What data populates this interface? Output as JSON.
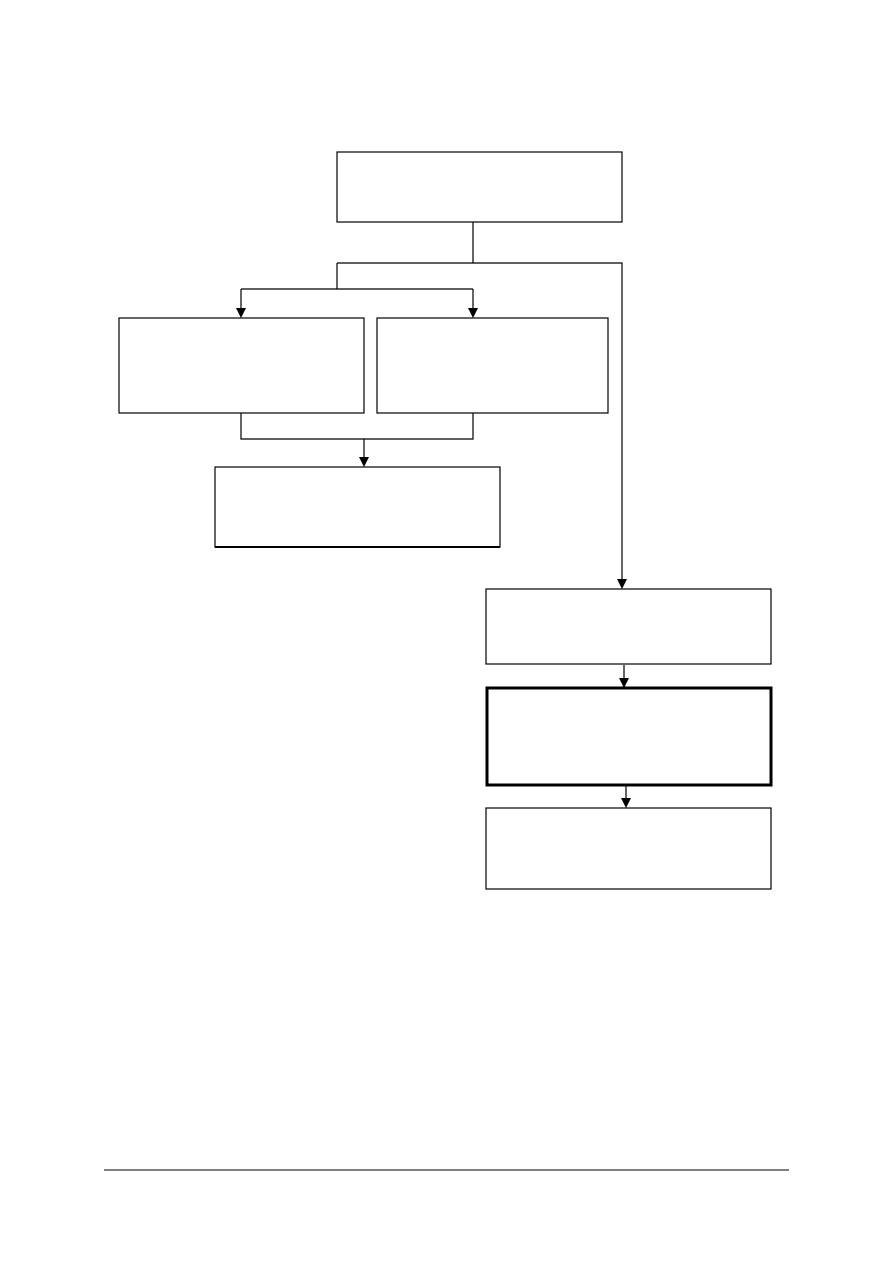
{
  "diagram": {
    "type": "flowchart",
    "nodes": [
      {
        "id": "top",
        "label": ""
      },
      {
        "id": "left-branch",
        "label": ""
      },
      {
        "id": "middle-branch",
        "label": ""
      },
      {
        "id": "merged-result",
        "label": ""
      },
      {
        "id": "right-step-1",
        "label": ""
      },
      {
        "id": "right-step-2",
        "label": "",
        "emphasis": "bold-border"
      },
      {
        "id": "right-step-3",
        "label": ""
      }
    ],
    "edges": [
      {
        "from": "top",
        "to": "left-branch"
      },
      {
        "from": "top",
        "to": "middle-branch"
      },
      {
        "from": "top",
        "to": "right-step-1"
      },
      {
        "from": "left-branch",
        "to": "merged-result"
      },
      {
        "from": "middle-branch",
        "to": "merged-result"
      },
      {
        "from": "right-step-1",
        "to": "right-step-2"
      },
      {
        "from": "right-step-2",
        "to": "right-step-3"
      }
    ],
    "colors": {
      "stroke": "#000000",
      "background": "#ffffff"
    }
  },
  "footer": {
    "rule": true
  }
}
